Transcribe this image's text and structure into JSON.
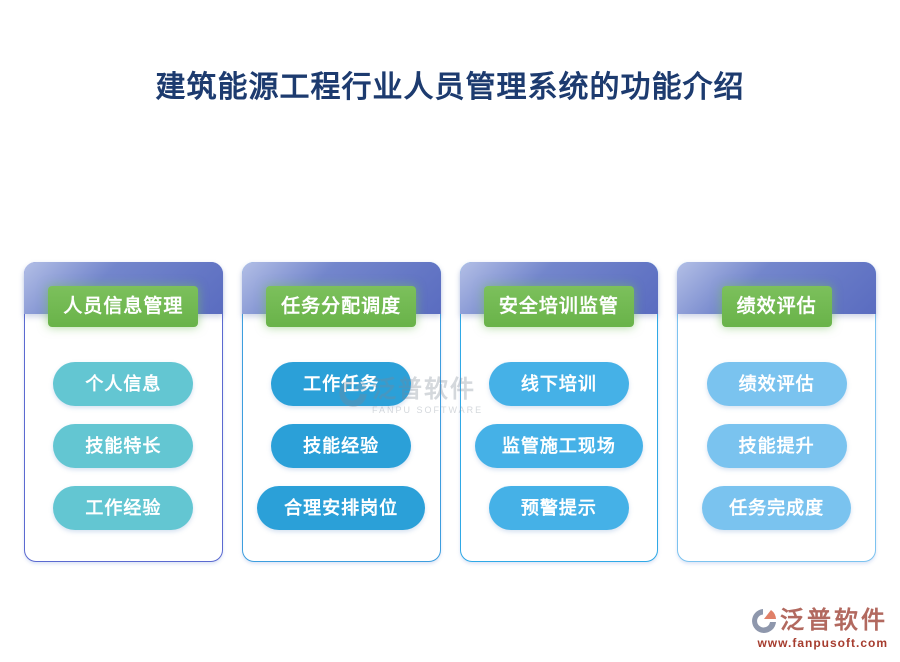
{
  "title": "建筑能源工程行业人员管理系统的功能介绍",
  "title_color": "#1d3b6f",
  "header_gradient_start": "#b3bfe6",
  "header_gradient_end": "#5a6cc0",
  "badge_color": "#6fb94e",
  "cards": [
    {
      "header": "人员信息管理",
      "items": [
        "个人信息",
        "技能特长",
        "工作经验"
      ],
      "button_color": "#63c6d2",
      "border_color": "#5b6ad0"
    },
    {
      "header": "任务分配调度",
      "items": [
        "工作任务",
        "技能经验",
        "合理安排岗位"
      ],
      "button_color": "#2ba0d8",
      "border_color": "#3d9ede"
    },
    {
      "header": "安全培训监管",
      "items": [
        "线下培训",
        "监管施工现场",
        "预警提示"
      ],
      "button_color": "#45b1e7",
      "border_color": "#2fa9e6"
    },
    {
      "header": "绩效评估",
      "items": [
        "绩效评估",
        "技能提升",
        "任务完成度"
      ],
      "button_color": "#7ac3ef",
      "border_color": "#7cc3ef"
    }
  ],
  "watermark": {
    "text": "泛普软件",
    "subtext": "FANPU SOFTWARE"
  },
  "footer_logo": {
    "text": "泛普软件",
    "url": "www.fanpusoft.com",
    "text_color": "#b2695f",
    "url_color": "#a63c2e",
    "icon_gray": "#8e97ac",
    "icon_salmon": "#e08068"
  }
}
